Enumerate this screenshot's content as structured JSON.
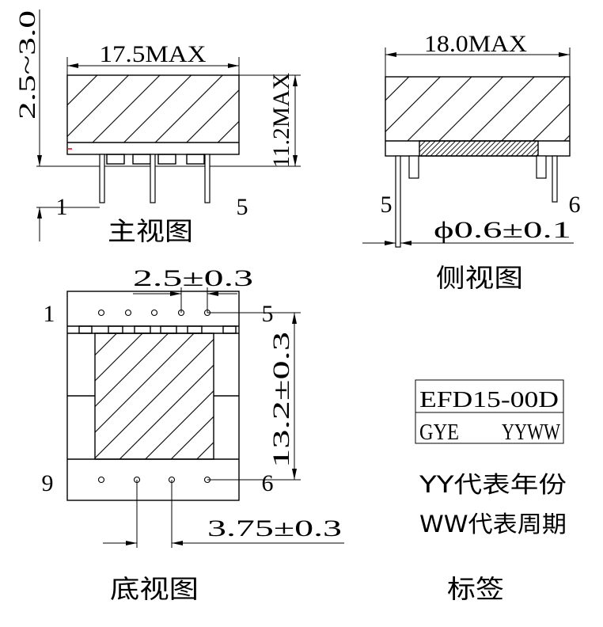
{
  "main_view": {
    "title": "主视图",
    "dim_width": "17.5MAX",
    "dim_height": "11.2MAX",
    "dim_pin_length": "2.5~3.0",
    "pin_left": "1",
    "pin_right": "5"
  },
  "side_view": {
    "title": "侧视图",
    "dim_width": "18.0MAX",
    "dim_pin_diameter": "ϕ0.6±0.1",
    "pin_left": "5",
    "pin_right": "6"
  },
  "bottom_view": {
    "title": "底视图",
    "dim_pitch": "2.5±0.3",
    "dim_row_spacing": "13.2±0.3",
    "dim_bottom_pitch": "3.75±0.3",
    "pin_top_left": "1",
    "pin_top_right": "5",
    "pin_bottom_left": "9",
    "pin_bottom_right": "6"
  },
  "label": {
    "title": "标签",
    "line1": "EFD15-00D",
    "line2_left": "GYE",
    "line2_right": "YYWW",
    "legend_yy": "YY代表年份",
    "legend_ww": "WW代表周期"
  },
  "colors": {
    "line": "#000000",
    "background": "#ffffff",
    "mark": "#ff0000"
  }
}
